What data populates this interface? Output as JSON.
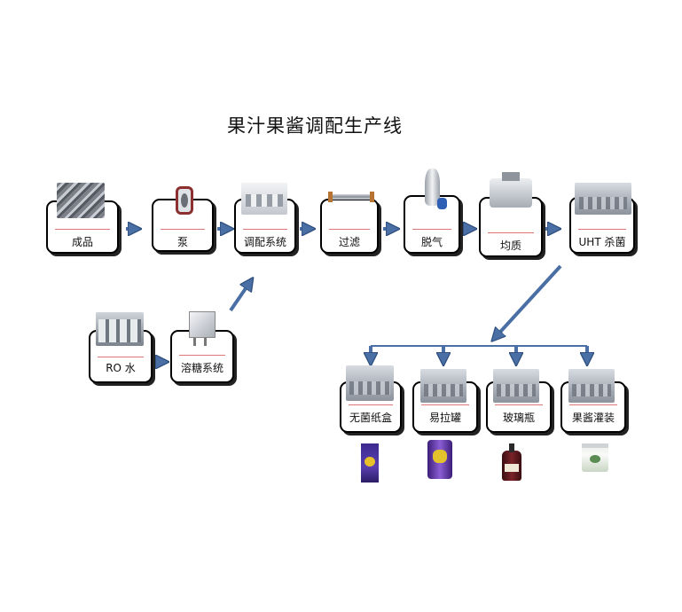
{
  "title": "果汁果酱调配生产线",
  "colors": {
    "arrow": "#4a6fa5",
    "arrow_stroke": "#30507f",
    "accent_line": "#d77777",
    "border": "#000000"
  },
  "main_line": [
    {
      "id": "finished",
      "label": "成品",
      "icon": "finished-product-photo"
    },
    {
      "id": "pump",
      "label": "泵",
      "icon": "pump-photo"
    },
    {
      "id": "blending",
      "label": "调配系统",
      "icon": "blending-system-photo"
    },
    {
      "id": "filter",
      "label": "过滤",
      "icon": "filter-photo"
    },
    {
      "id": "degas",
      "label": "脱气",
      "icon": "degasser-photo"
    },
    {
      "id": "homogenize",
      "label": "均质",
      "icon": "homogenizer-photo"
    },
    {
      "id": "uht",
      "label": "UHT 杀菌",
      "icon": "uht-sterilizer-photo"
    }
  ],
  "pre_line": [
    {
      "id": "ro",
      "label": "RO 水",
      "icon": "ro-water-photo"
    },
    {
      "id": "sugar",
      "label": "溶糖系统",
      "icon": "sugar-dissolving-photo"
    }
  ],
  "filling_line": [
    {
      "id": "aseptic",
      "label": "无菌纸盒",
      "icon": "aseptic-carton-photo",
      "product": "carton"
    },
    {
      "id": "cans",
      "label": "易拉罐",
      "icon": "can-filling-photo",
      "product": "can"
    },
    {
      "id": "glass",
      "label": "玻璃瓶",
      "icon": "glass-bottle-photo",
      "product": "bottle"
    },
    {
      "id": "jam",
      "label": "果酱灌装",
      "icon": "jam-filling-photo",
      "product": "jar"
    }
  ]
}
